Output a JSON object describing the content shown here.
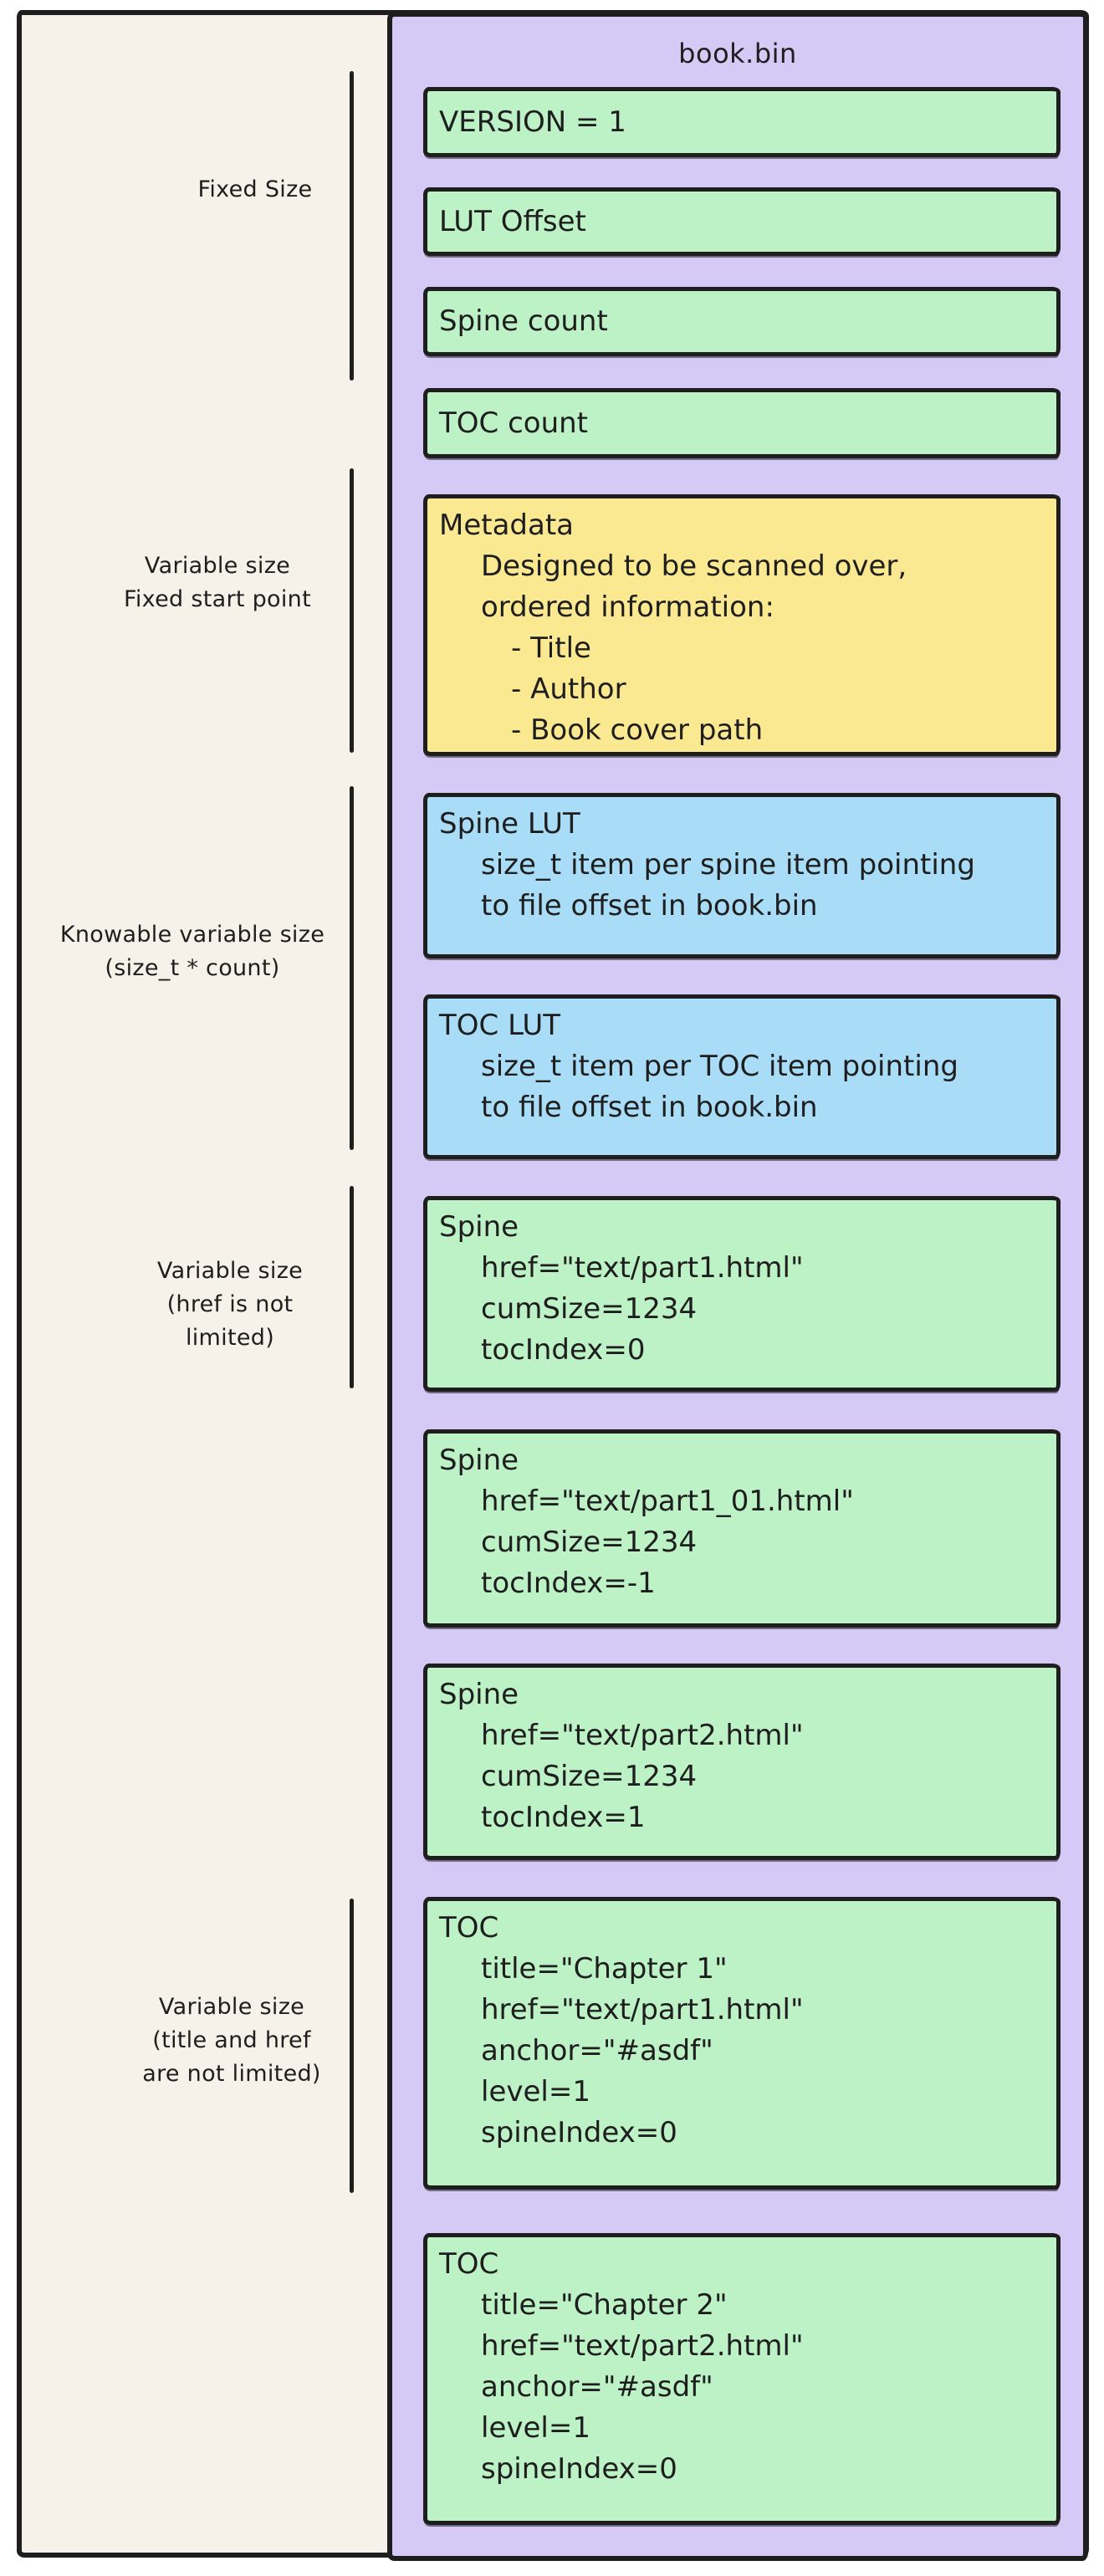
{
  "title": "book.bin",
  "colors": {
    "cream": "#f6f1e9",
    "purple": "#d5c9f6",
    "green": "#bdf1c6",
    "yellow": "#fbe992",
    "blue": "#a9ddf7",
    "ink": "#1e1e1e"
  },
  "annotations": [
    {
      "name": "fixed-size",
      "lines": [
        "Fixed Size"
      ]
    },
    {
      "name": "variable-size-fixed-start",
      "lines": [
        "Variable size",
        "Fixed start point"
      ]
    },
    {
      "name": "knowable-variable-size",
      "lines": [
        "Knowable variable size",
        "(size_t * count)"
      ]
    },
    {
      "name": "variable-size-href",
      "lines": [
        "Variable size",
        "(href is not",
        "limited)"
      ]
    },
    {
      "name": "variable-size-title-href",
      "lines": [
        "Variable size",
        "(title and href",
        "are not limited)"
      ]
    }
  ],
  "blocks": [
    {
      "name": "version",
      "fill": "green",
      "lines": [
        {
          "t": "VERSION = 1",
          "ind": 0
        }
      ]
    },
    {
      "name": "lut-offset",
      "fill": "green",
      "lines": [
        {
          "t": "LUT Offset",
          "ind": 0
        }
      ]
    },
    {
      "name": "spine-count",
      "fill": "green",
      "lines": [
        {
          "t": "Spine count",
          "ind": 0
        }
      ]
    },
    {
      "name": "toc-count",
      "fill": "green",
      "lines": [
        {
          "t": "TOC count",
          "ind": 0
        }
      ]
    },
    {
      "name": "metadata",
      "fill": "yellow",
      "lines": [
        {
          "t": "Metadata",
          "ind": 0
        },
        {
          "t": "Designed to be scanned over,",
          "ind": 1
        },
        {
          "t": "ordered information:",
          "ind": 1
        },
        {
          "t": "- Title",
          "ind": 2
        },
        {
          "t": "- Author",
          "ind": 2
        },
        {
          "t": "- Book cover path",
          "ind": 2
        }
      ]
    },
    {
      "name": "spine-lut",
      "fill": "blue",
      "lines": [
        {
          "t": "Spine LUT",
          "ind": 0
        },
        {
          "t": "size_t item per spine item pointing",
          "ind": 1
        },
        {
          "t": "to file offset in book.bin",
          "ind": 1
        }
      ]
    },
    {
      "name": "toc-lut",
      "fill": "blue",
      "lines": [
        {
          "t": "TOC LUT",
          "ind": 0
        },
        {
          "t": "size_t item per TOC item pointing",
          "ind": 1
        },
        {
          "t": "to file offset in book.bin",
          "ind": 1
        }
      ]
    },
    {
      "name": "spine-1",
      "fill": "green",
      "lines": [
        {
          "t": "Spine",
          "ind": 0
        },
        {
          "t": "href=\"text/part1.html\"",
          "ind": 1
        },
        {
          "t": "cumSize=1234",
          "ind": 1
        },
        {
          "t": "tocIndex=0",
          "ind": 1
        }
      ]
    },
    {
      "name": "spine-2",
      "fill": "green",
      "lines": [
        {
          "t": "Spine",
          "ind": 0
        },
        {
          "t": "href=\"text/part1_01.html\"",
          "ind": 1
        },
        {
          "t": "cumSize=1234",
          "ind": 1
        },
        {
          "t": "tocIndex=-1",
          "ind": 1
        }
      ]
    },
    {
      "name": "spine-3",
      "fill": "green",
      "lines": [
        {
          "t": "Spine",
          "ind": 0
        },
        {
          "t": "href=\"text/part2.html\"",
          "ind": 1
        },
        {
          "t": "cumSize=1234",
          "ind": 1
        },
        {
          "t": "tocIndex=1",
          "ind": 1
        }
      ]
    },
    {
      "name": "toc-1",
      "fill": "green",
      "lines": [
        {
          "t": "TOC",
          "ind": 0
        },
        {
          "t": "title=\"Chapter 1\"",
          "ind": 1
        },
        {
          "t": "href=\"text/part1.html\"",
          "ind": 1
        },
        {
          "t": "anchor=\"#asdf\"",
          "ind": 1
        },
        {
          "t": "level=1",
          "ind": 1
        },
        {
          "t": "spineIndex=0",
          "ind": 1
        }
      ]
    },
    {
      "name": "toc-2",
      "fill": "green",
      "lines": [
        {
          "t": "TOC",
          "ind": 0
        },
        {
          "t": "title=\"Chapter 2\"",
          "ind": 1
        },
        {
          "t": "href=\"text/part2.html\"",
          "ind": 1
        },
        {
          "t": "anchor=\"#asdf\"",
          "ind": 1
        },
        {
          "t": "level=1",
          "ind": 1
        },
        {
          "t": "spineIndex=0",
          "ind": 1
        }
      ]
    }
  ]
}
